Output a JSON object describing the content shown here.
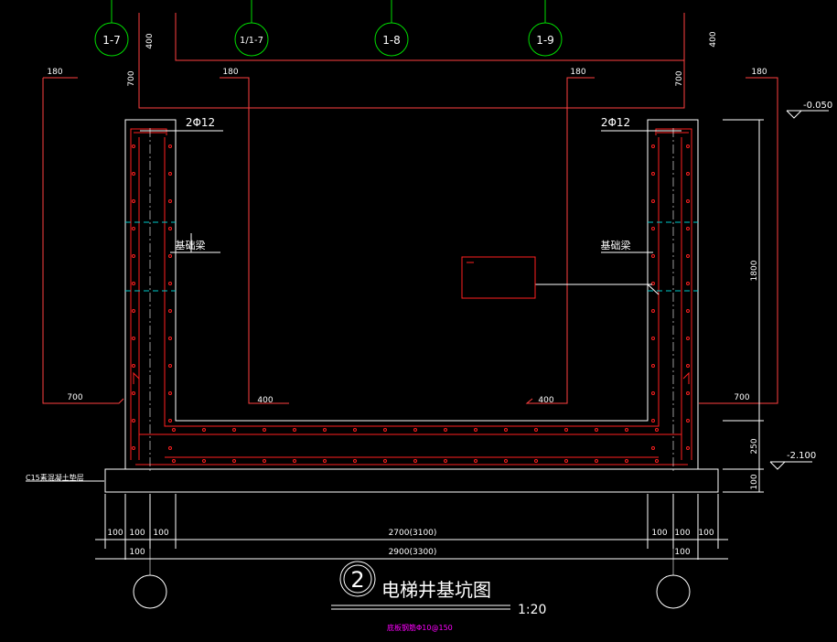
{
  "colors": {
    "background": "#000000",
    "outline": "#ffffff",
    "rebar": "#ff2020",
    "dim": "#ff4040",
    "grid": "#00dd00",
    "axis": "#00c8c8",
    "note": "#ff00ff"
  },
  "grid_bubbles": [
    "1-7",
    "1/1-7",
    "1-8",
    "1-9"
  ],
  "top_dims": {
    "left_400": "400",
    "left_700": "700",
    "right_400": "400",
    "right_700": "700"
  },
  "side_dims": {
    "left_180": "180",
    "mid_left_180": "180",
    "mid_right_180": "180",
    "right_180": "180",
    "left_700": "700",
    "mid_left_400": "400",
    "mid_right_400": "400",
    "right_700": "700"
  },
  "labels": {
    "rebar_left": "2Φ12",
    "rebar_right": "2Φ12",
    "beam_left": "基础梁",
    "beam_right": "基础梁",
    "cushion": "C15素混凝土垫层"
  },
  "elevations": {
    "top": "-0.050",
    "bottom": "-2.100"
  },
  "right_dims": {
    "height": "1800",
    "slab": "250",
    "cushion": "100"
  },
  "bottom_dims": {
    "row1": [
      "100",
      "100",
      "100",
      "2700(3100)",
      "100",
      "100",
      "100"
    ],
    "row2": [
      "100",
      "2900(3300)",
      "100"
    ]
  },
  "title": {
    "number": "2",
    "text": "电梯井基坑图",
    "scale": "1:20",
    "note": "底板钢筋Φ10@150"
  }
}
